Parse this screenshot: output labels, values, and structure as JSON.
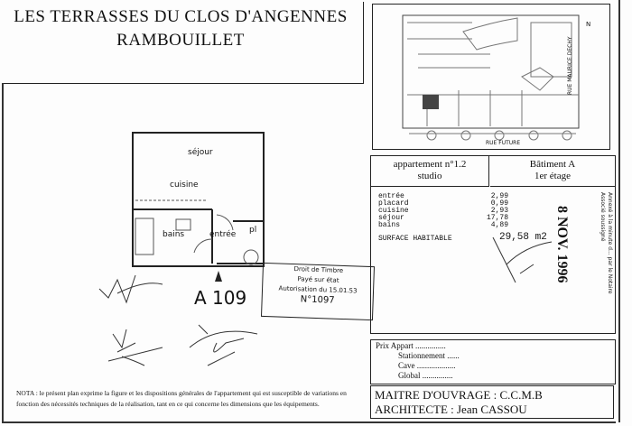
{
  "header": {
    "title": "LES TERRASSES DU CLOS D'ANGENNES",
    "city": "RAMBOUILLET"
  },
  "site_plan": {
    "street_east": "RUE MAURICE DECHY",
    "street_south": "RUE FUTURE",
    "north_label": "N"
  },
  "floor_plan": {
    "rooms": [
      "séjour",
      "cuisine",
      "bains",
      "entrée",
      "pl"
    ],
    "lot_label": "A 109"
  },
  "stamp": {
    "line1": "Droit de Timbre",
    "line2": "Payé sur état",
    "line3": "Autorisation du 15.01.53",
    "line4": "N°1097"
  },
  "apartment": {
    "title": "appartement n°1.2",
    "type": "studio",
    "building": "Bâtiment A",
    "floor": "1er étage",
    "surfaces": [
      {
        "room": "entrée",
        "value": "2,99"
      },
      {
        "room": "placard",
        "value": "0,99"
      },
      {
        "room": "cuisine",
        "value": "2,93"
      },
      {
        "room": "séjour",
        "value": "17,78"
      },
      {
        "room": "bains",
        "value": "4,89"
      }
    ],
    "total_label": "SURFACE HABITABLE",
    "total_value": "29,58",
    "total_unit": "m2"
  },
  "notary_stamp": {
    "date": "8 NOV. 1996",
    "text": "Annexé à la minute d... par le Notaire Associé soussigné"
  },
  "prices": {
    "items": [
      "Prix Appart",
      "Stationnement",
      "Cave",
      "Global"
    ]
  },
  "credits": {
    "owner": "MAITRE D'OUVRAGE : C.C.M.B",
    "architect": "ARCHITECTE : Jean CASSOU"
  },
  "nota": "NOTA : le présent plan exprime la figure et les dispositions générales de l'appartement qui est susceptible de variations en fonction des nécessités techniques de la réalisation, tant en ce qui concerne les dimensions que les équipements."
}
